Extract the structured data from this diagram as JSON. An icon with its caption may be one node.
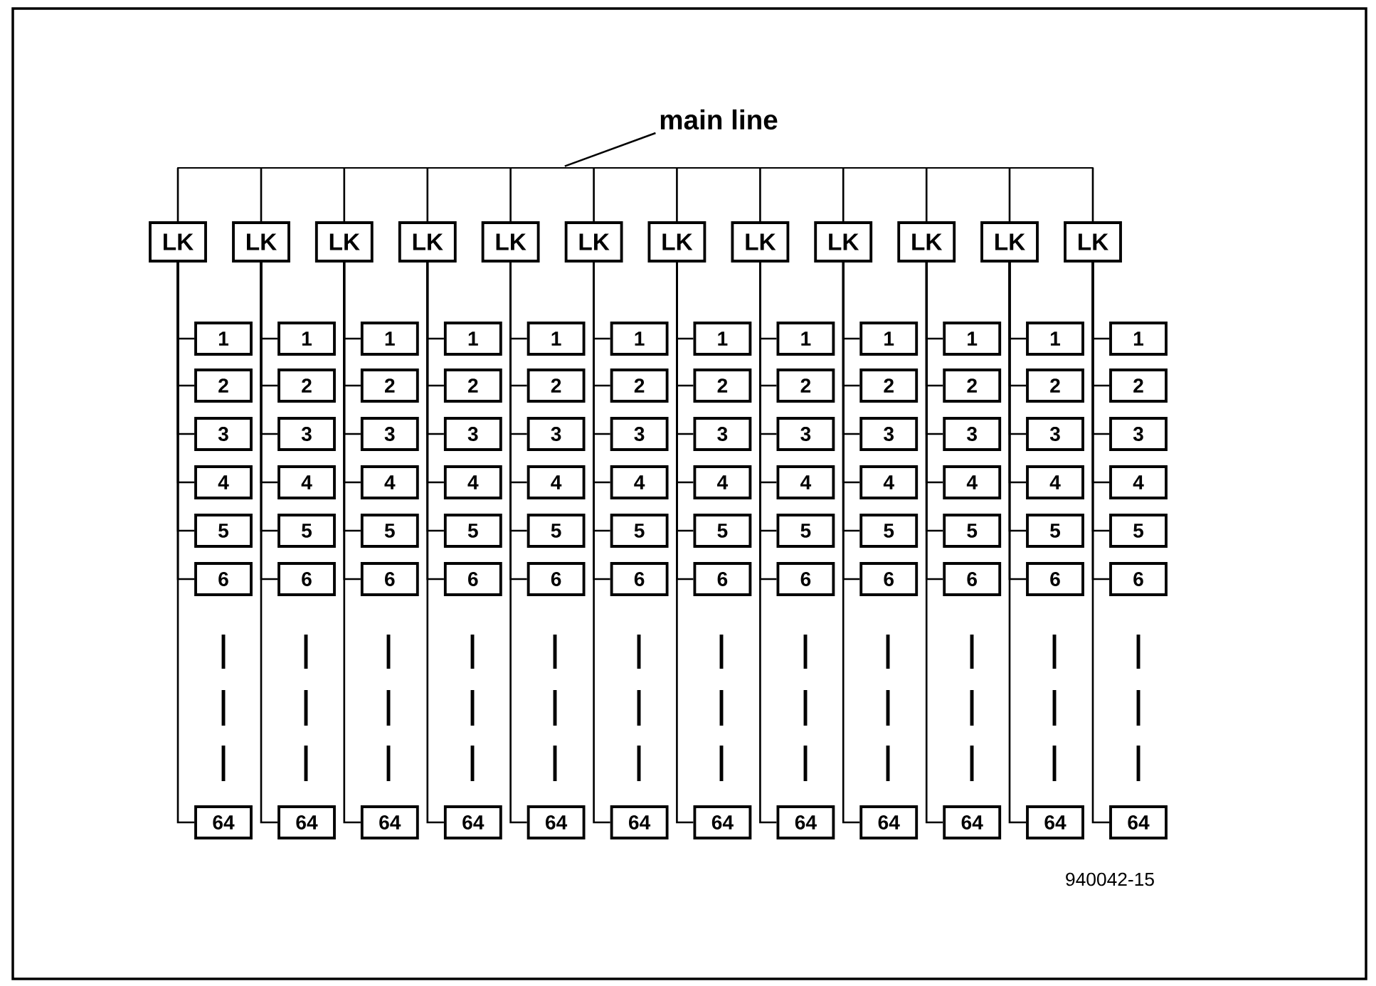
{
  "diagram": {
    "nodes": [
      {
        "text": [
          "main line"
        ]
      },
      {
        "text": [],
        "shape": "bar"
      },
      {
        "text": [
          "LK"
        ]
      },
      {
        "text": [
          "LK"
        ]
      },
      {
        "text": [
          "LK"
        ]
      },
      {
        "text": [
          "LK"
        ]
      },
      {
        "text": [
          "LK"
        ]
      },
      {
        "text": [
          "LK"
        ]
      },
      {
        "text": [
          "LK"
        ]
      },
      {
        "text": [
          "LK"
        ]
      },
      {
        "text": [
          "LK"
        ]
      },
      {
        "text": [
          "LK"
        ]
      },
      {
        "text": [
          "LK"
        ]
      },
      {
        "text": [
          "LK"
        ]
      },
      {
        "text": [
          "1"
        ]
      },
      {
        "text": [
          "1"
        ]
      },
      {
        "text": [
          "1"
        ]
      },
      {
        "text": [
          "1"
        ]
      },
      {
        "text": [
          "1"
        ]
      },
      {
        "text": [
          "1"
        ]
      },
      {
        "text": [
          "1"
        ]
      },
      {
        "text": [
          "1"
        ]
      },
      {
        "text": [
          "1"
        ]
      },
      {
        "text": [
          "1"
        ]
      },
      {
        "text": [
          "1"
        ]
      },
      {
        "text": [
          "1"
        ]
      },
      {
        "text": [
          "2"
        ]
      },
      {
        "text": [
          "2"
        ]
      },
      {
        "text": [
          "2"
        ]
      },
      {
        "text": [
          "2"
        ]
      },
      {
        "text": [
          "2"
        ]
      },
      {
        "text": [
          "2"
        ]
      },
      {
        "text": [
          "2"
        ]
      },
      {
        "text": [
          "2"
        ]
      },
      {
        "text": [
          "2"
        ]
      },
      {
        "text": [
          "2"
        ]
      },
      {
        "text": [
          "2"
        ]
      },
      {
        "text": [
          "2"
        ]
      },
      {
        "text": [
          "3"
        ]
      },
      {
        "text": [
          "3"
        ]
      },
      {
        "text": [
          "3"
        ]
      },
      {
        "text": [
          "3"
        ]
      },
      {
        "text": [
          "3"
        ]
      },
      {
        "text": [
          "3"
        ]
      },
      {
        "text": [
          "3"
        ]
      },
      {
        "text": [
          "3"
        ]
      },
      {
        "text": [
          "3"
        ]
      },
      {
        "text": [
          "3"
        ]
      },
      {
        "text": [
          "3"
        ]
      },
      {
        "text": [
          "3"
        ]
      },
      {
        "text": [
          "4"
        ]
      },
      {
        "text": [
          "4"
        ]
      },
      {
        "text": [
          "4"
        ]
      },
      {
        "text": [
          "4"
        ]
      },
      {
        "text": [
          "4"
        ]
      },
      {
        "text": [
          "4"
        ]
      },
      {
        "text": [
          "4"
        ]
      },
      {
        "text": [
          "4"
        ]
      },
      {
        "text": [
          "4"
        ]
      },
      {
        "text": [
          "4"
        ]
      },
      {
        "text": [
          "4"
        ]
      },
      {
        "text": [
          "4"
        ]
      },
      {
        "text": [
          "5"
        ]
      },
      {
        "text": [
          "5"
        ]
      },
      {
        "text": [
          "5"
        ]
      },
      {
        "text": [
          "5"
        ]
      },
      {
        "text": [
          "5"
        ]
      },
      {
        "text": [
          "5"
        ]
      },
      {
        "text": [
          "5"
        ]
      },
      {
        "text": [
          "5"
        ]
      },
      {
        "text": [
          "5"
        ]
      },
      {
        "text": [
          "5"
        ]
      },
      {
        "text": [
          "5"
        ]
      },
      {
        "text": [
          "5"
        ]
      },
      {
        "text": [
          "6"
        ]
      },
      {
        "text": [
          "6"
        ]
      },
      {
        "text": [
          "6"
        ]
      },
      {
        "text": [
          "6"
        ]
      },
      {
        "text": [
          "6"
        ]
      },
      {
        "text": [
          "6"
        ]
      },
      {
        "text": [
          "6"
        ]
      },
      {
        "text": [
          "6"
        ]
      },
      {
        "text": [
          "6"
        ]
      },
      {
        "text": [
          "6"
        ]
      },
      {
        "text": [
          "6"
        ]
      },
      {
        "text": [
          "6"
        ]
      },
      {
        "text": [
          "64"
        ]
      },
      {
        "text": [
          "64"
        ]
      },
      {
        "text": [
          "64"
        ]
      },
      {
        "text": [
          "64"
        ]
      },
      {
        "text": [
          "64"
        ]
      },
      {
        "text": [
          "64"
        ]
      },
      {
        "text": [
          "64"
        ]
      },
      {
        "text": [
          "64"
        ]
      },
      {
        "text": [
          "64"
        ]
      },
      {
        "text": [
          "64"
        ]
      },
      {
        "text": [
          "64"
        ]
      },
      {
        "text": [
          "64"
        ]
      }
    ],
    "edges": [
      {
        "from": 0,
        "to": 1,
        "arrow": "none"
      },
      {
        "from": 1,
        "to": 2,
        "arrow": "none"
      },
      {
        "from": 1,
        "to": 3,
        "arrow": "none"
      },
      {
        "from": 1,
        "to": 4,
        "arrow": "none"
      },
      {
        "from": 1,
        "to": 5,
        "arrow": "none"
      },
      {
        "from": 1,
        "to": 6,
        "arrow": "none"
      },
      {
        "from": 1,
        "to": 7,
        "arrow": "none"
      },
      {
        "from": 1,
        "to": 8,
        "arrow": "none"
      },
      {
        "from": 1,
        "to": 9,
        "arrow": "none"
      },
      {
        "from": 1,
        "to": 10,
        "arrow": "none"
      },
      {
        "from": 1,
        "to": 11,
        "arrow": "none"
      },
      {
        "from": 1,
        "to": 12,
        "arrow": "none"
      },
      {
        "from": 1,
        "to": 13,
        "arrow": "none"
      },
      {
        "from": 2,
        "to": 14,
        "arrow": "none"
      },
      {
        "from": 3,
        "to": 15,
        "arrow": "none"
      },
      {
        "from": 4,
        "to": 16,
        "arrow": "none"
      },
      {
        "from": 5,
        "to": 17,
        "arrow": "none"
      },
      {
        "from": 6,
        "to": 18,
        "arrow": "none"
      },
      {
        "from": 7,
        "to": 19,
        "arrow": "none"
      },
      {
        "from": 8,
        "to": 20,
        "arrow": "none"
      },
      {
        "from": 9,
        "to": 21,
        "arrow": "none"
      },
      {
        "from": 10,
        "to": 22,
        "arrow": "none"
      },
      {
        "from": 11,
        "to": 23,
        "arrow": "none"
      },
      {
        "from": 12,
        "to": 24,
        "arrow": "none"
      },
      {
        "from": 13,
        "to": 25,
        "arrow": "none"
      },
      {
        "from": 2,
        "to": 26,
        "arrow": "none"
      },
      {
        "from": 3,
        "to": 27,
        "arrow": "none"
      },
      {
        "from": 4,
        "to": 28,
        "arrow": "none"
      },
      {
        "from": 5,
        "to": 29,
        "arrow": "none"
      },
      {
        "from": 6,
        "to": 30,
        "arrow": "none"
      },
      {
        "from": 7,
        "to": 31,
        "arrow": "none"
      },
      {
        "from": 8,
        "to": 32,
        "arrow": "none"
      },
      {
        "from": 9,
        "to": 33,
        "arrow": "none"
      },
      {
        "from": 10,
        "to": 34,
        "arrow": "none"
      },
      {
        "from": 11,
        "to": 35,
        "arrow": "none"
      },
      {
        "from": 12,
        "to": 36,
        "arrow": "none"
      },
      {
        "from": 13,
        "to": 37,
        "arrow": "none"
      },
      {
        "from": 2,
        "to": 38,
        "arrow": "none"
      },
      {
        "from": 3,
        "to": 39,
        "arrow": "none"
      },
      {
        "from": 4,
        "to": 40,
        "arrow": "none"
      },
      {
        "from": 5,
        "to": 41,
        "arrow": "none"
      },
      {
        "from": 6,
        "to": 42,
        "arrow": "none"
      },
      {
        "from": 7,
        "to": 43,
        "arrow": "none"
      },
      {
        "from": 8,
        "to": 44,
        "arrow": "none"
      },
      {
        "from": 9,
        "to": 45,
        "arrow": "none"
      },
      {
        "from": 10,
        "to": 46,
        "arrow": "none"
      },
      {
        "from": 11,
        "to": 47,
        "arrow": "none"
      },
      {
        "from": 12,
        "to": 48,
        "arrow": "none"
      },
      {
        "from": 13,
        "to": 49,
        "arrow": "none"
      },
      {
        "from": 2,
        "to": 50,
        "arrow": "none"
      },
      {
        "from": 3,
        "to": 51,
        "arrow": "none"
      },
      {
        "from": 4,
        "to": 52,
        "arrow": "none"
      },
      {
        "from": 5,
        "to": 53,
        "arrow": "none"
      },
      {
        "from": 6,
        "to": 54,
        "arrow": "none"
      },
      {
        "from": 7,
        "to": 55,
        "arrow": "none"
      },
      {
        "from": 8,
        "to": 56,
        "arrow": "none"
      },
      {
        "from": 9,
        "to": 57,
        "arrow": "none"
      },
      {
        "from": 10,
        "to": 58,
        "arrow": "none"
      },
      {
        "from": 11,
        "to": 59,
        "arrow": "none"
      },
      {
        "from": 12,
        "to": 60,
        "arrow": "none"
      },
      {
        "from": 13,
        "to": 61,
        "arrow": "none"
      },
      {
        "from": 2,
        "to": 62,
        "arrow": "none"
      },
      {
        "from": 3,
        "to": 63,
        "arrow": "none"
      },
      {
        "from": 4,
        "to": 64,
        "arrow": "none"
      },
      {
        "from": 5,
        "to": 65,
        "arrow": "none"
      },
      {
        "from": 6,
        "to": 66,
        "arrow": "none"
      },
      {
        "from": 7,
        "to": 67,
        "arrow": "none"
      },
      {
        "from": 8,
        "to": 68,
        "arrow": "none"
      },
      {
        "from": 9,
        "to": 69,
        "arrow": "none"
      },
      {
        "from": 10,
        "to": 70,
        "arrow": "none"
      },
      {
        "from": 11,
        "to": 71,
        "arrow": "none"
      },
      {
        "from": 12,
        "to": 72,
        "arrow": "none"
      },
      {
        "from": 13,
        "to": 73,
        "arrow": "none"
      },
      {
        "from": 2,
        "to": 74,
        "arrow": "none"
      },
      {
        "from": 3,
        "to": 75,
        "arrow": "none"
      },
      {
        "from": 4,
        "to": 76,
        "arrow": "none"
      },
      {
        "from": 5,
        "to": 77,
        "arrow": "none"
      },
      {
        "from": 6,
        "to": 78,
        "arrow": "none"
      },
      {
        "from": 7,
        "to": 79,
        "arrow": "none"
      },
      {
        "from": 8,
        "to": 80,
        "arrow": "none"
      },
      {
        "from": 9,
        "to": 81,
        "arrow": "none"
      },
      {
        "from": 10,
        "to": 82,
        "arrow": "none"
      },
      {
        "from": 11,
        "to": 83,
        "arrow": "none"
      },
      {
        "from": 12,
        "to": 84,
        "arrow": "none"
      },
      {
        "from": 13,
        "to": 85,
        "arrow": "none"
      },
      {
        "from": 2,
        "to": 86,
        "arrow": "none"
      },
      {
        "from": 3,
        "to": 87,
        "arrow": "none"
      },
      {
        "from": 4,
        "to": 88,
        "arrow": "none"
      },
      {
        "from": 5,
        "to": 89,
        "arrow": "none"
      },
      {
        "from": 6,
        "to": 90,
        "arrow": "none"
      },
      {
        "from": 7,
        "to": 91,
        "arrow": "none"
      },
      {
        "from": 8,
        "to": 92,
        "arrow": "none"
      },
      {
        "from": 9,
        "to": 93,
        "arrow": "none"
      },
      {
        "from": 10,
        "to": 94,
        "arrow": "none"
      },
      {
        "from": 11,
        "to": 95,
        "arrow": "none"
      },
      {
        "from": 12,
        "to": 96,
        "arrow": "none"
      },
      {
        "from": 13,
        "to": 97,
        "arrow": "none"
      }
    ],
    "labels": [
      "940042-15"
    ]
  }
}
